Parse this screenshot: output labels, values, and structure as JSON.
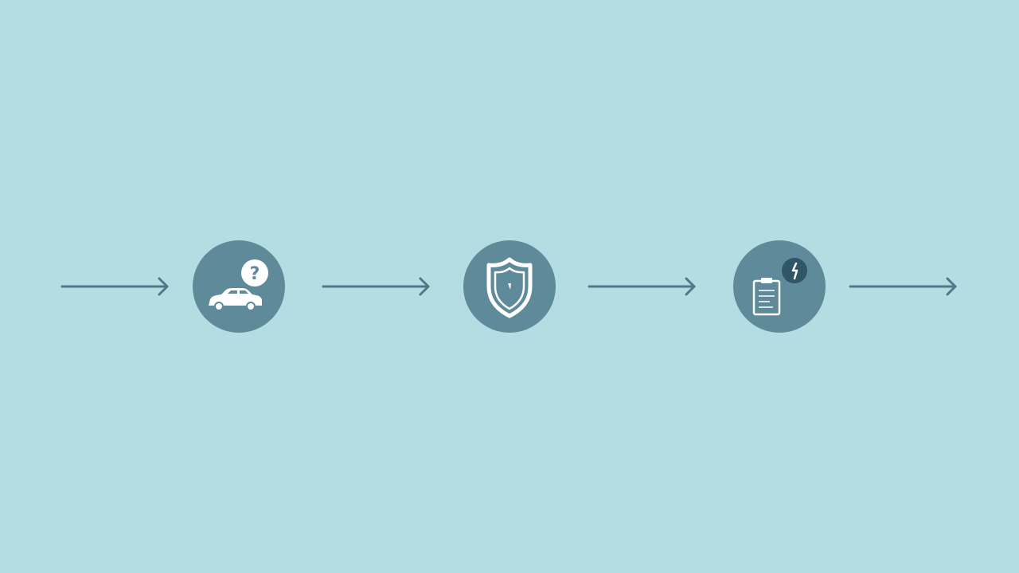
{
  "diagram": {
    "type": "process-flow",
    "steps": [
      {
        "id": "step-1",
        "icon": "car-question-icon",
        "badge_text": "?"
      },
      {
        "id": "step-2",
        "icon": "shield-icon",
        "badge_text": ""
      },
      {
        "id": "step-3",
        "icon": "clipboard-document-icon",
        "badge_text": ""
      }
    ],
    "connectors": 4
  },
  "colors": {
    "background": "#b3dce3",
    "circle": "#5e8a9a",
    "arrow": "#4f7889",
    "icon": "#ffffff",
    "badge_dark": "#2f5566"
  }
}
